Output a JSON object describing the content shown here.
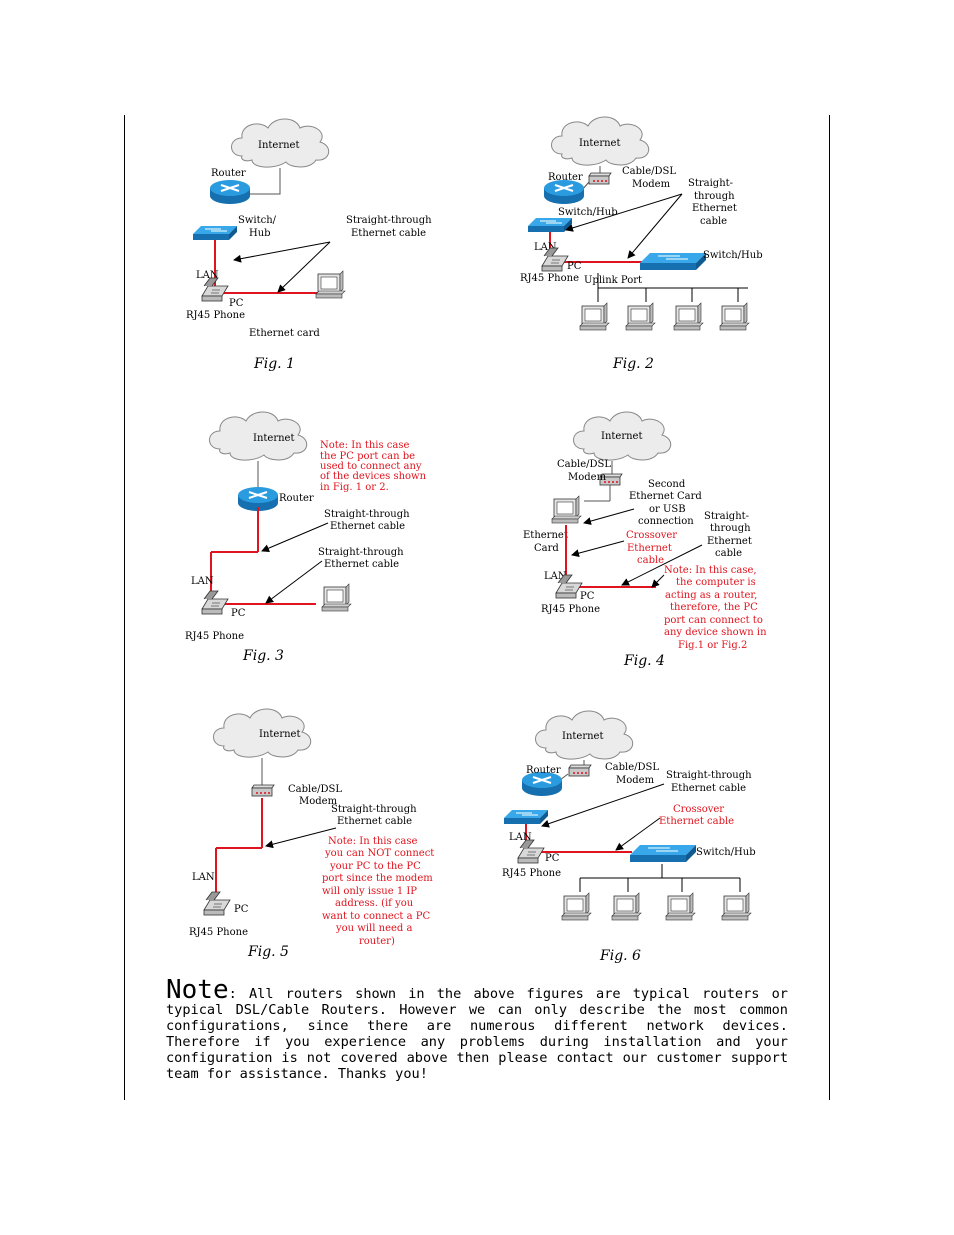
{
  "labels": {
    "internet": "Internet",
    "router": "Router",
    "switch_hub": "Switch/Hub",
    "switch_slash": "Switch/",
    "hub": "Hub",
    "lan": "LAN",
    "pc": "PC",
    "rj45": "RJ45 Phone",
    "ethernet_card": "Ethernet card",
    "cable_dsl": "Cable/DSL",
    "modem": "Modem",
    "straight_through": "Straight-through",
    "ethernet_cable": "Ethernet cable",
    "straight": "Straight-",
    "through": "through",
    "ethernet": "Ethernet",
    "cable": "cable",
    "uplink_port": "Uplink Port",
    "second": "Second",
    "ethernet_card_cap": "Ethernet Card",
    "or_usb": "or USB",
    "connection": "connection",
    "ethernet_word": "Ethernet",
    "card": "Card",
    "crossover": "Crossover",
    "crossover_ethernet_cable": "Ethernet cable"
  },
  "captions": {
    "fig1": "Fig.  1",
    "fig2": "Fig.  2",
    "fig3": "Fig.  3",
    "fig4": "Fig. 4",
    "fig5": "Fig.  5",
    "fig6": "Fig.  6"
  },
  "notes": {
    "fig3": [
      "Note: In this case",
      "the PC port can be",
      "used to connect any",
      "of the devices shown",
      "in Fig. 1 or 2."
    ],
    "fig4": [
      "Note: In this case,",
      "the computer is",
      "acting as a router,",
      "therefore, the PC",
      "port can connect to",
      "any device shown in",
      "Fig.1 or Fig.2"
    ],
    "fig5": [
      "Note: In this case",
      "you can NOT connect",
      "your PC to the PC",
      "port since the modem",
      "will only issue 1 IP",
      "address. (if you",
      "want to connect a PC",
      "you will need a",
      "router)"
    ]
  },
  "footer": {
    "heading": "Note",
    "text": ": All routers shown in the above figures are typical routers or typical DSL/Cable Routers. However we can only describe the most common configurations, since there are numerous different network devices. Therefore if you experience any problems during installation and your configuration is not covered above then please contact our customer support team for assistance. Thanks you!"
  },
  "colors": {
    "cable": "#e0141e",
    "device_blue": "#1f8fd6",
    "note_red": "#e0141e"
  }
}
